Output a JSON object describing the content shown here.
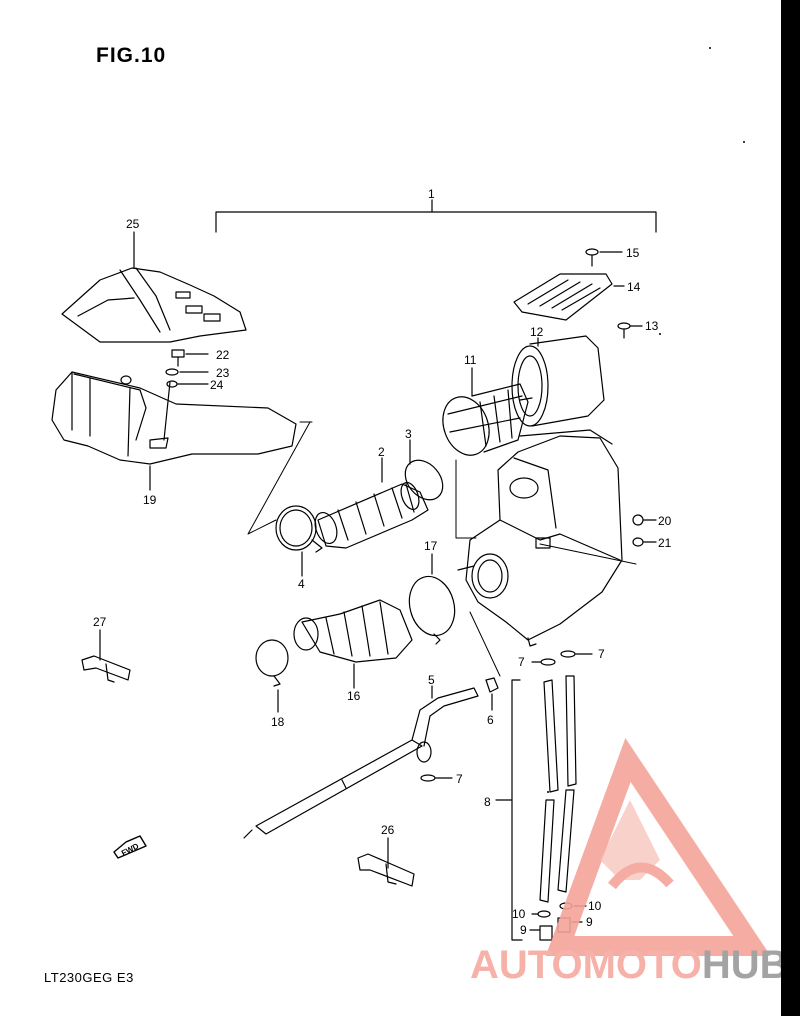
{
  "figure": {
    "title": "FIG.10",
    "model_code": "LT230GEG  E3"
  },
  "callouts": [
    "1",
    "2",
    "3",
    "4",
    "5",
    "6",
    "7",
    "8",
    "9",
    "10",
    "11",
    "12",
    "13",
    "14",
    "15",
    "16",
    "17",
    "18",
    "19",
    "20",
    "21",
    "22",
    "23",
    "24",
    "25",
    "26",
    "27"
  ],
  "fwd_label": "FWD",
  "watermark": {
    "part1": "AUTOMOTO",
    "part2": "HUB",
    "color_main": "#f6a9a0",
    "color_accent": "#d72a1e",
    "color_hub": "#9a9a9a"
  }
}
